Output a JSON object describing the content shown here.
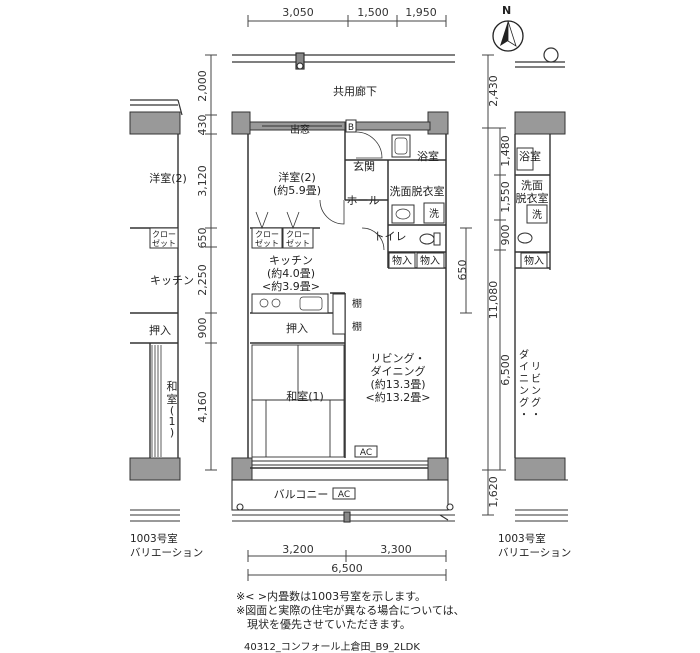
{
  "dims": {
    "top": [
      "3,050",
      "1,500",
      "1,950"
    ],
    "left": [
      "2,000",
      "430",
      "3,120",
      "650",
      "2,250",
      "900",
      "4,160"
    ],
    "right_inner": "650",
    "right_a": [
      "2,430",
      "1,480",
      "1,550",
      "900",
      "11,080",
      "6,500",
      "1,620"
    ],
    "bottom": [
      "3,200",
      "3,300"
    ],
    "bottom_total": "6,500"
  },
  "rooms": {
    "corridor": "共用廊下",
    "bay_window": "出窓",
    "bed2": [
      "洋室(2)",
      "(約5.9畳)"
    ],
    "entrance": "玄関",
    "bath": "浴室",
    "hall": "ホール",
    "washroom": "洗面脱衣室",
    "wash": "洗",
    "toilet": "トイレ",
    "closet_a": [
      "クロー",
      "ゼット"
    ],
    "storage": "物入",
    "kitchen": [
      "キッチン",
      "(約4.0畳)",
      "<約3.9畳>"
    ],
    "shelf": "棚",
    "oshiire": "押入",
    "living": [
      "リビング・",
      "ダイニング",
      "(約13.3畳)",
      "<約13.2畳>"
    ],
    "japanese": "和室(1)",
    "ac": "AC",
    "balcony": "バルコニー",
    "b_mark": "B",
    "left_bed": "洋室(2)",
    "left_kitchen": "キッチン",
    "left_closet": [
      "クロー",
      "ゼット"
    ],
    "left_oshiire": "押入",
    "left_japanese": [
      "和",
      "室",
      "(",
      "1",
      ")"
    ],
    "right_bath": "浴室",
    "right_washroom": [
      "洗面",
      "脱衣室"
    ],
    "right_living": [
      "ダ",
      "イ",
      "リ",
      "ニ",
      "ビ",
      "ン",
      "ン",
      "グ",
      "グ",
      "・",
      "・"
    ]
  },
  "compass": "N",
  "variation_left": [
    "1003号室",
    "バリエーション"
  ],
  "variation_right": [
    "1003号室",
    "バリエーション"
  ],
  "notes": [
    "※< >内畳数は1003号室を示します。",
    "※図面と実際の住宅が異なる場合については、",
    "　現状を優先させていただきます。"
  ],
  "caption": "40312_コンフォール上倉田_B9_2LDK"
}
